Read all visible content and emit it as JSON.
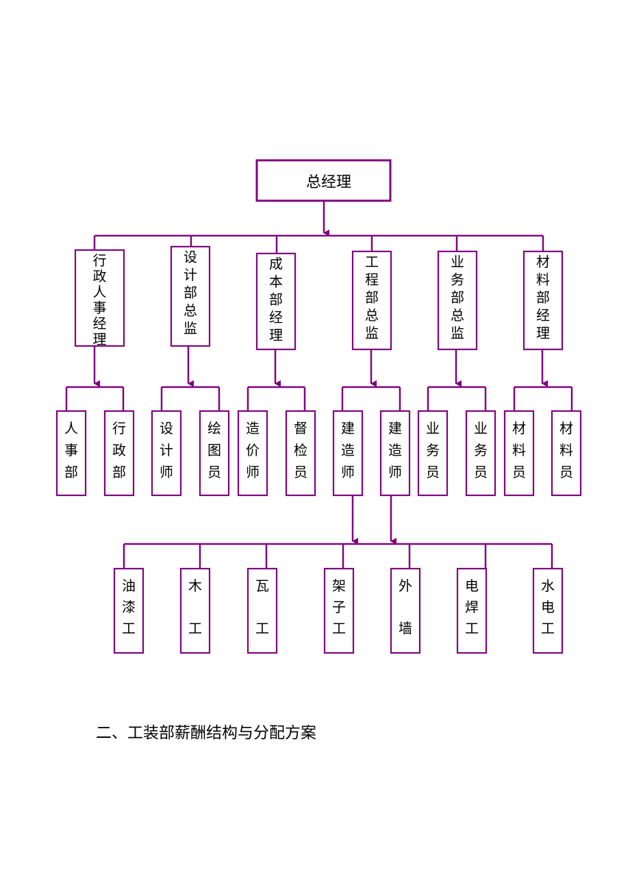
{
  "colors": {
    "line": "#800080",
    "text": "#000000",
    "background": "#ffffff"
  },
  "org": {
    "root": "总经理",
    "managers": [
      "行政人事经理",
      "设计部总监",
      "成本部经理",
      "工程部总监",
      "业务部总监",
      "材料部经理"
    ],
    "staff": [
      "人事部",
      "行政部",
      "设计师",
      "绘图员",
      "造价师",
      "督检员",
      "建造师",
      "建造师",
      "业务员",
      "业务员",
      "材料员",
      "材料员"
    ],
    "workers": [
      "油漆工",
      "木工",
      "瓦工",
      "架子工",
      "外墙",
      "电焊工",
      "水电工"
    ]
  },
  "section_heading": "二、工装部薪酬结构与分配方案"
}
